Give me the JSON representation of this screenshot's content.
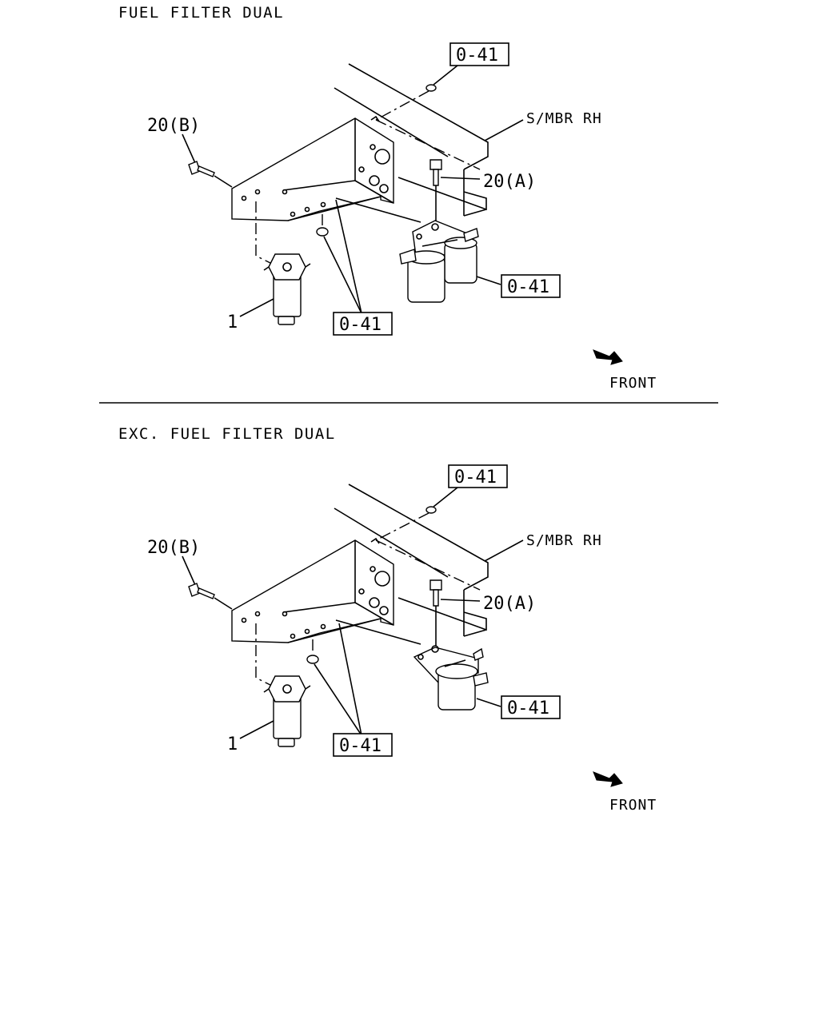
{
  "panels": [
    {
      "title": "FUEL FILTER DUAL",
      "side_member_label": "S/MBR RH",
      "ref_top": "0-41",
      "ref_filter": "0-41",
      "ref_bottom": "0-41",
      "bolt_b": "20(B)",
      "bolt_a": "20(A)",
      "part_1": "1",
      "direction": "FRONT"
    },
    {
      "title": "EXC. FUEL FILTER DUAL",
      "side_member_label": "S/MBR RH",
      "ref_top": "0-41",
      "ref_filter": "0-41",
      "ref_bottom": "0-41",
      "bolt_b": "20(B)",
      "bolt_a": "20(A)",
      "part_1": "1",
      "direction": "FRONT"
    }
  ]
}
